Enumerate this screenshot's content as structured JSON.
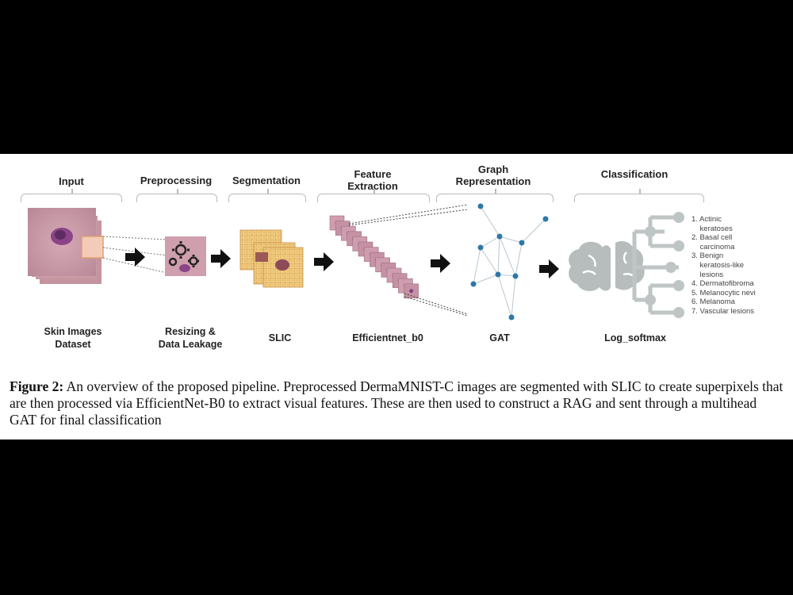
{
  "stages": [
    {
      "title": "Input",
      "label": "Skin Images\nDataset"
    },
    {
      "title": "Preprocessing",
      "label": "Resizing &\nData Leakage"
    },
    {
      "title": "Segmentation",
      "label": "SLIC"
    },
    {
      "title": "Feature\nExtraction",
      "label": "Efficientnet_b0"
    },
    {
      "title": "Graph\nRepresentation",
      "label": "GAT"
    },
    {
      "title": "Classification",
      "label": "Log_softmax"
    }
  ],
  "classes": [
    "1. Actinic\n    keratoses",
    "2. Basal cell\n    carcinoma",
    "3. Benign\n    keratosis-like\n    lesions",
    "4. Dermatofibroma",
    "5. Melanocytic nevi",
    "6. Melanoma",
    "7. Vascular lesions"
  ],
  "caption": {
    "lead": "Figure 2:",
    "text": "  An overview of the proposed pipeline. Preprocessed DermaMNIST-C images are segmented with SLIC to create superpixels that are then processed via EfficientNet-B0 to extract visual features. These are then used to construct a RAG and sent through a multihead GAT for final classification"
  },
  "colors": {
    "skin": "#c99aa8",
    "lesion": "#7e3d7d",
    "segment": "#e9bd6a",
    "node": "#2e78a8",
    "brain": "#b7bcbc"
  }
}
